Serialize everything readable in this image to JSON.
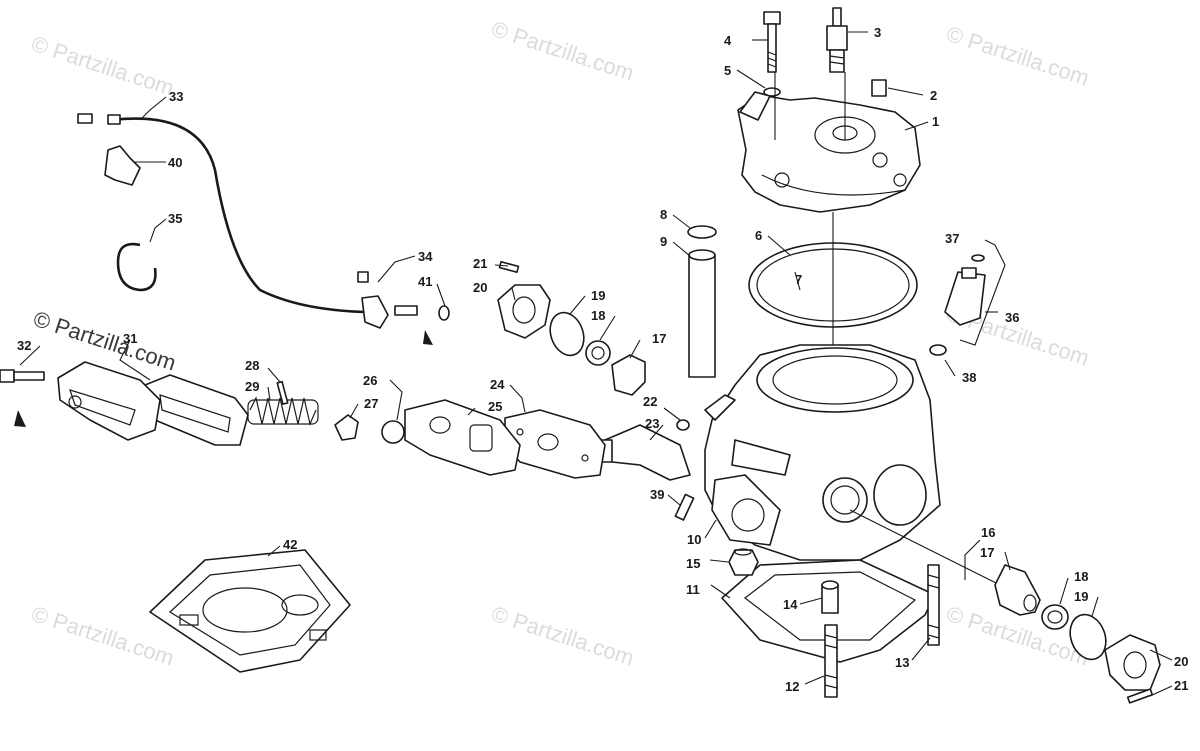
{
  "watermark": "© Partzilla.com",
  "callouts": {
    "n1": "1",
    "n2": "2",
    "n3": "3",
    "n4": "4",
    "n5": "5",
    "n6": "6",
    "n7": "7",
    "n8": "8",
    "n9": "9",
    "n10": "10",
    "n11": "11",
    "n12": "12",
    "n13": "13",
    "n14": "14",
    "n15": "15",
    "n16": "16",
    "n17a": "17",
    "n17b": "17",
    "n18a": "18",
    "n18b": "18",
    "n19a": "19",
    "n19b": "19",
    "n20a": "20",
    "n20b": "20",
    "n21a": "21",
    "n21b": "21",
    "n22": "22",
    "n23": "23",
    "n24": "24",
    "n25": "25",
    "n26": "26",
    "n27": "27",
    "n28": "28",
    "n29": "29",
    "n31": "31",
    "n32": "32",
    "n33": "33",
    "n34": "34",
    "n35": "35",
    "n36": "36",
    "n37": "37",
    "n38": "38",
    "n39": "39",
    "n40": "40",
    "n41": "41",
    "n42": "42"
  }
}
